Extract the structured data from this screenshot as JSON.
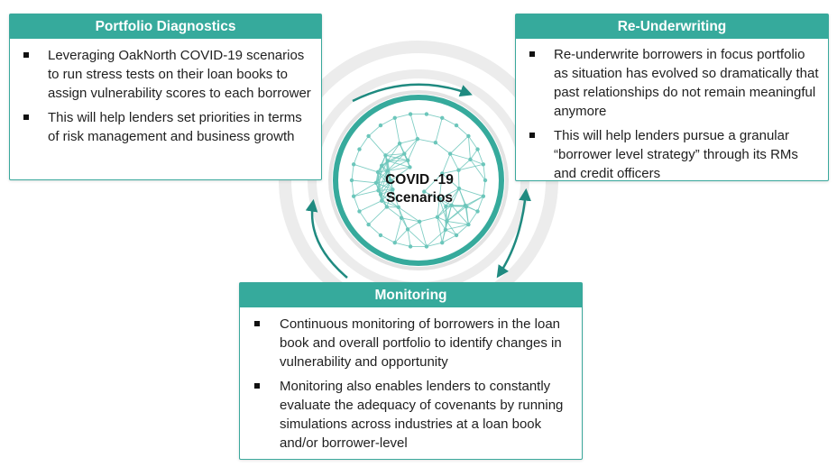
{
  "center": {
    "line1": "COVID -19",
    "line2": "Scenarios"
  },
  "colors": {
    "teal": "#36aa9c",
    "teal_dark": "#1f8a80",
    "network": "#6cc6bb",
    "ring": "#ececec"
  },
  "portfolio_diagnostics": {
    "title": "Portfolio Diagnostics",
    "bullets": [
      "Leveraging OakNorth COVID-19 scenarios to run stress tests on their loan books to assign vulnerability scores to each borrower",
      "This will help lenders set priorities in terms of risk management and business growth"
    ]
  },
  "re_underwriting": {
    "title": "Re-Underwriting",
    "bullets": [
      "Re-underwrite borrowers in focus portfolio as situation has evolved so dramatically that past relationships do not remain meaningful anymore",
      "This will help lenders pursue a granular “borrower level strategy” through its RMs and credit officers"
    ]
  },
  "monitoring": {
    "title": "Monitoring",
    "bullets": [
      "Continuous monitoring of borrowers in the loan book and overall portfolio to identify changes in vulnerability and opportunity",
      "Monitoring also enables lenders to constantly evaluate the adequacy of covenants by running simulations across industries at a loan book and/or borrower-level"
    ]
  }
}
